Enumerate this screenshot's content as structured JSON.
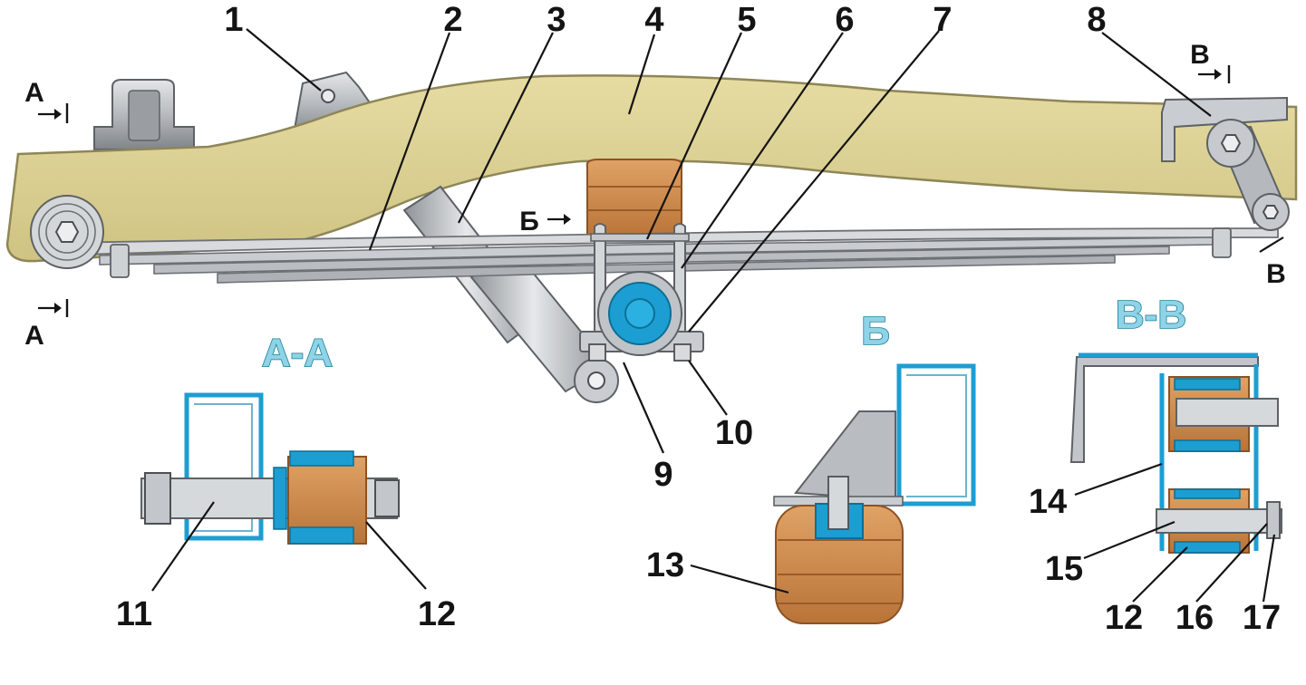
{
  "callouts": [
    "1",
    "2",
    "3",
    "4",
    "5",
    "6",
    "7",
    "8",
    "9",
    "10",
    "11",
    "12",
    "13",
    "14",
    "15",
    "12",
    "16",
    "17"
  ],
  "section_marks": {
    "a_top": "А",
    "a_bottom": "А",
    "b_mark": "Б",
    "v_top": "В",
    "v_bottom": "В"
  },
  "view_titles": {
    "aa": "А-А",
    "b": "Б",
    "vv": "В-В"
  },
  "colors": {
    "frame": "#ddd296",
    "frame_edge": "#8e8657",
    "steel": "#b9bcc0",
    "steel_dark": "#6d7176",
    "rubber": "#d08e52",
    "rubber_dark": "#9b5b2a",
    "section_blue": "#1d9ed2",
    "title_fill": "#8fd3e6"
  }
}
